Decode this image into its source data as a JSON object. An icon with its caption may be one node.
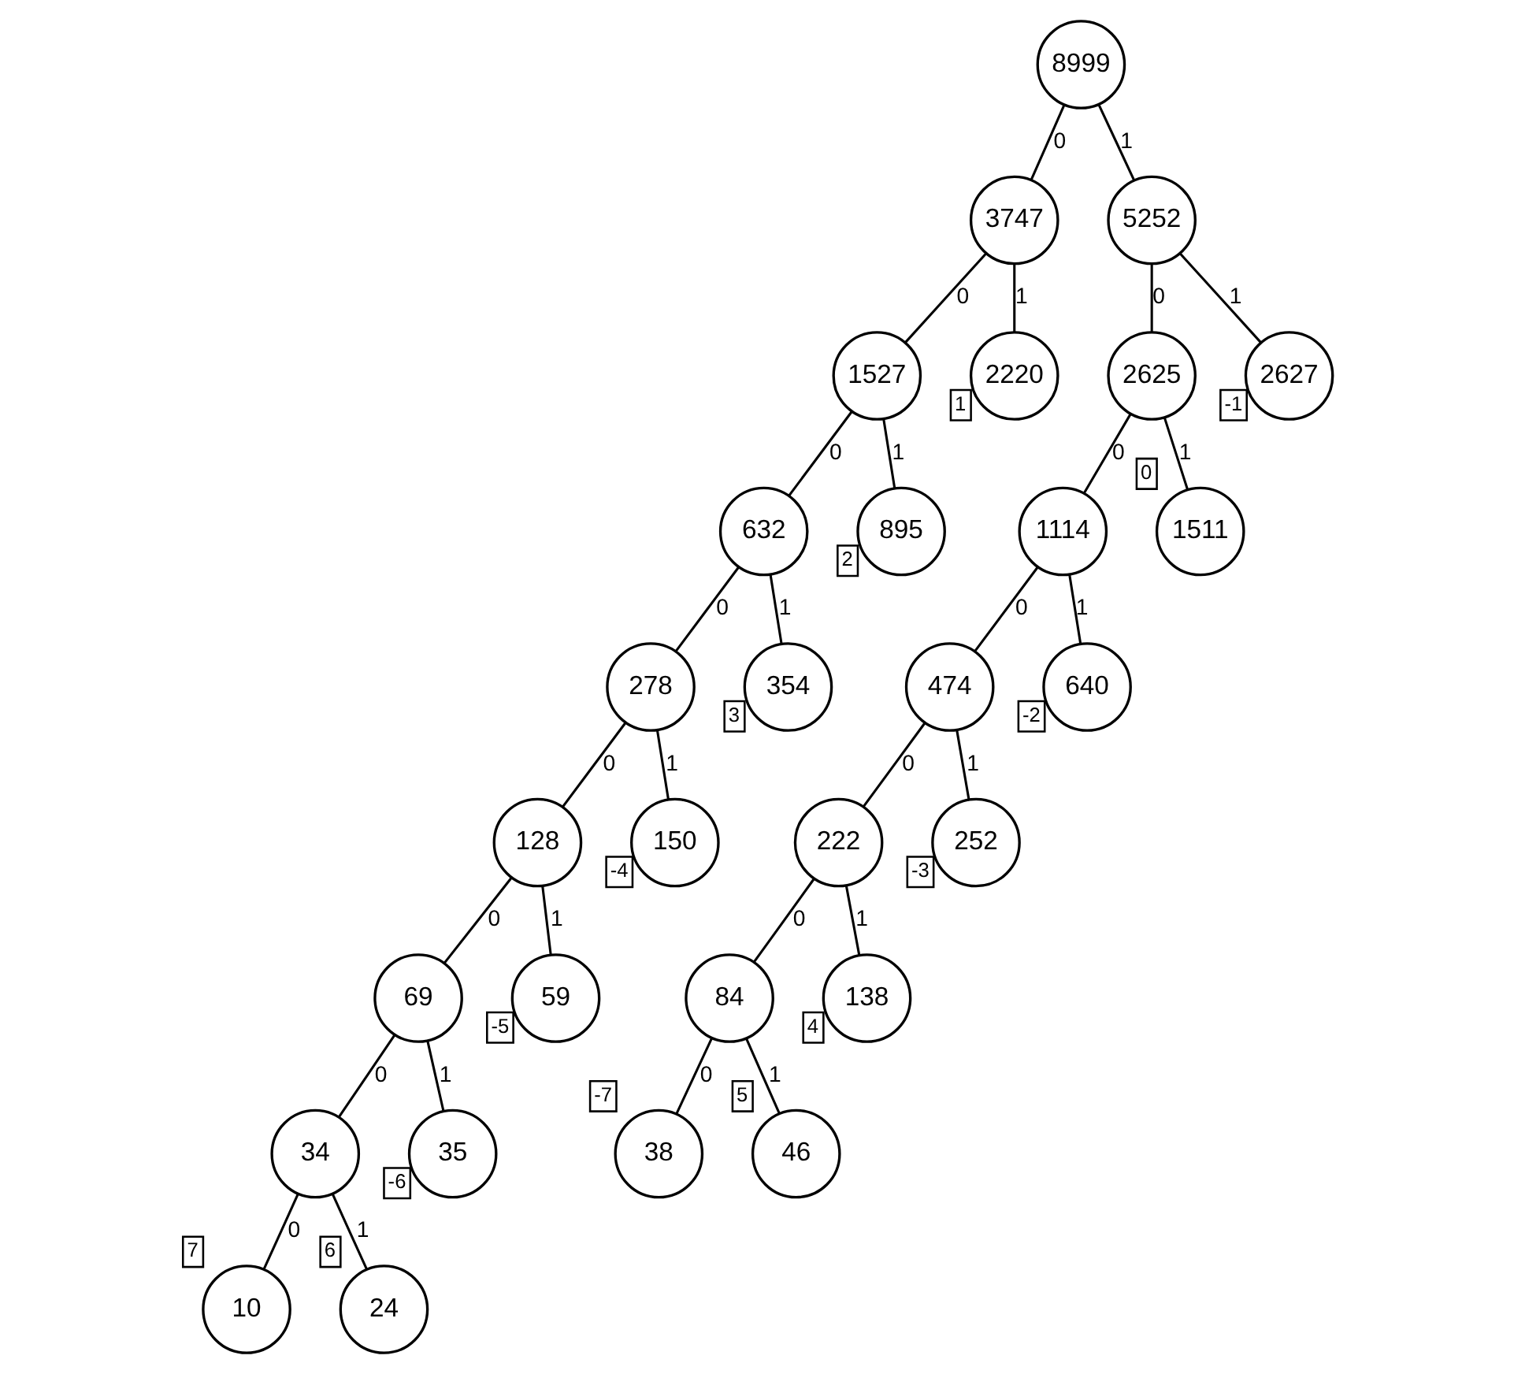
{
  "diagram": {
    "nodes": [
      {
        "text": [
          "8999"
        ]
      },
      {
        "text": [
          "3747"
        ]
      },
      {
        "text": [
          "5252"
        ]
      },
      {
        "text": [
          "1527"
        ]
      },
      {
        "text": [
          "2220"
        ],
        "beside": [
          "1"
        ]
      },
      {
        "text": [
          "2625"
        ]
      },
      {
        "text": [
          "2627"
        ],
        "beside": [
          "-1"
        ]
      },
      {
        "text": [
          "632"
        ]
      },
      {
        "text": [
          "895"
        ],
        "beside": [
          "2"
        ]
      },
      {
        "text": [
          "1114"
        ]
      },
      {
        "text": [
          "1511"
        ],
        "beside": [
          "0"
        ]
      },
      {
        "text": [
          "278"
        ]
      },
      {
        "text": [
          "354"
        ],
        "beside": [
          "3"
        ]
      },
      {
        "text": [
          "474"
        ]
      },
      {
        "text": [
          "640"
        ],
        "beside": [
          "-2"
        ]
      },
      {
        "text": [
          "128"
        ]
      },
      {
        "text": [
          "150"
        ],
        "beside": [
          "-4"
        ]
      },
      {
        "text": [
          "222"
        ]
      },
      {
        "text": [
          "252"
        ],
        "beside": [
          "-3"
        ]
      },
      {
        "text": [
          "69"
        ]
      },
      {
        "text": [
          "59"
        ],
        "beside": [
          "-5"
        ]
      },
      {
        "text": [
          "84"
        ]
      },
      {
        "text": [
          "138"
        ],
        "beside": [
          "4"
        ]
      },
      {
        "text": [
          "34"
        ]
      },
      {
        "text": [
          "35"
        ],
        "beside": [
          "-6"
        ]
      },
      {
        "text": [
          "38"
        ],
        "beside": [
          "-7"
        ]
      },
      {
        "text": [
          "46"
        ],
        "beside": [
          "5"
        ]
      },
      {
        "text": [
          "10"
        ],
        "beside": [
          "7"
        ]
      },
      {
        "text": [
          "24"
        ],
        "beside": [
          "6"
        ]
      }
    ],
    "edges": [
      {
        "from": 0,
        "to": 1,
        "arrow": "none",
        "label": "0"
      },
      {
        "from": 0,
        "to": 2,
        "arrow": "none",
        "label": "1"
      },
      {
        "from": 1,
        "to": 3,
        "arrow": "none",
        "label": "0"
      },
      {
        "from": 1,
        "to": 4,
        "arrow": "none",
        "label": "1"
      },
      {
        "from": 2,
        "to": 5,
        "arrow": "none",
        "label": "0"
      },
      {
        "from": 2,
        "to": 6,
        "arrow": "none",
        "label": "1"
      },
      {
        "from": 3,
        "to": 7,
        "arrow": "none",
        "label": "0"
      },
      {
        "from": 3,
        "to": 8,
        "arrow": "none",
        "label": "1"
      },
      {
        "from": 5,
        "to": 9,
        "arrow": "none",
        "label": "0"
      },
      {
        "from": 5,
        "to": 10,
        "arrow": "none",
        "label": "1"
      },
      {
        "from": 7,
        "to": 11,
        "arrow": "none",
        "label": "0"
      },
      {
        "from": 7,
        "to": 12,
        "arrow": "none",
        "label": "1"
      },
      {
        "from": 9,
        "to": 13,
        "arrow": "none",
        "label": "0"
      },
      {
        "from": 9,
        "to": 14,
        "arrow": "none",
        "label": "1"
      },
      {
        "from": 11,
        "to": 15,
        "arrow": "none",
        "label": "0"
      },
      {
        "from": 11,
        "to": 16,
        "arrow": "none",
        "label": "1"
      },
      {
        "from": 13,
        "to": 17,
        "arrow": "none",
        "label": "0"
      },
      {
        "from": 13,
        "to": 18,
        "arrow": "none",
        "label": "1"
      },
      {
        "from": 15,
        "to": 19,
        "arrow": "none",
        "label": "0"
      },
      {
        "from": 15,
        "to": 20,
        "arrow": "none",
        "label": "1"
      },
      {
        "from": 17,
        "to": 21,
        "arrow": "none",
        "label": "0"
      },
      {
        "from": 17,
        "to": 22,
        "arrow": "none",
        "label": "1"
      },
      {
        "from": 19,
        "to": 23,
        "arrow": "none",
        "label": "0"
      },
      {
        "from": 19,
        "to": 24,
        "arrow": "none",
        "label": "1"
      },
      {
        "from": 21,
        "to": 25,
        "arrow": "none",
        "label": "0"
      },
      {
        "from": 21,
        "to": 26,
        "arrow": "none",
        "label": "1"
      },
      {
        "from": 23,
        "to": 27,
        "arrow": "none",
        "label": "0"
      },
      {
        "from": 23,
        "to": 28,
        "arrow": "none",
        "label": "1"
      }
    ]
  }
}
